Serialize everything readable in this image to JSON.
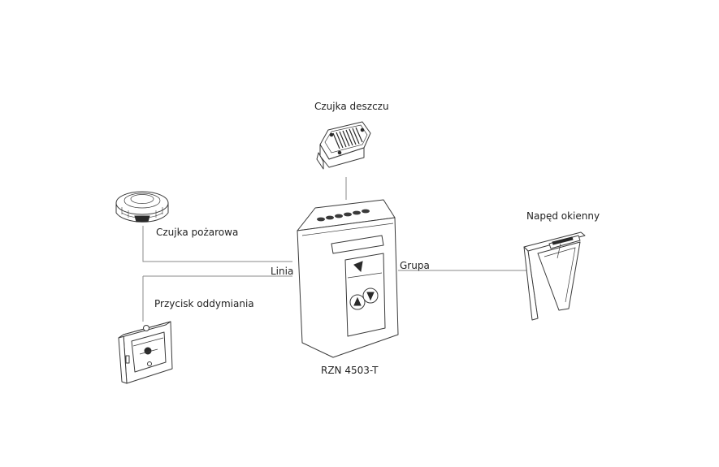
{
  "labels": {
    "rain_sensor": "Czujka deszczu",
    "smoke_detector": "Czujka pożarowa",
    "line": "Linia",
    "group": "Grupa",
    "window_drive": "Napęd okienny",
    "smoke_button": "Przycisk oddymiania",
    "controller": "RZN 4503-T"
  },
  "colors": {
    "line": "#8a8a8a",
    "stroke": "#3a3a3a",
    "text": "#222222"
  }
}
